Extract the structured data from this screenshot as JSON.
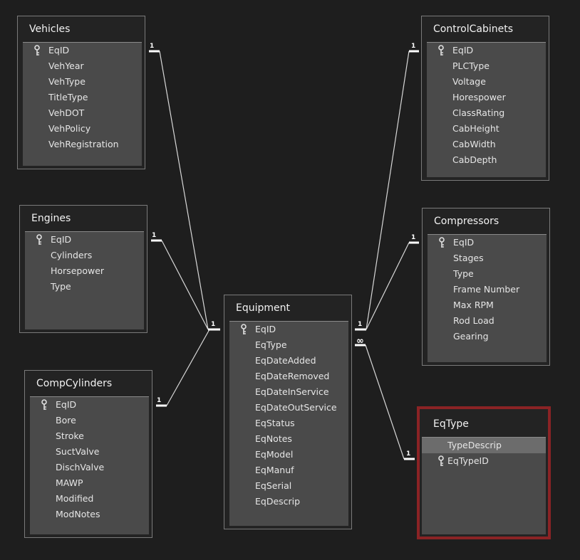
{
  "tables": [
    {
      "id": "vehicles",
      "title": "Vehicles",
      "fields": [
        {
          "name": "EqID",
          "key": true
        },
        {
          "name": "VehYear"
        },
        {
          "name": "VehType"
        },
        {
          "name": "TitleType"
        },
        {
          "name": "VehDOT"
        },
        {
          "name": "VehPolicy"
        },
        {
          "name": "VehRegistration"
        }
      ]
    },
    {
      "id": "engines",
      "title": "Engines",
      "fields": [
        {
          "name": "EqID",
          "key": true
        },
        {
          "name": "Cylinders"
        },
        {
          "name": "Horsepower"
        },
        {
          "name": "Type"
        }
      ]
    },
    {
      "id": "compcylinders",
      "title": "CompCylinders",
      "fields": [
        {
          "name": "EqID",
          "key": true
        },
        {
          "name": "Bore"
        },
        {
          "name": "Stroke"
        },
        {
          "name": "SuctValve"
        },
        {
          "name": "DischValve"
        },
        {
          "name": "MAWP"
        },
        {
          "name": "Modified"
        },
        {
          "name": "ModNotes"
        }
      ]
    },
    {
      "id": "equipment",
      "title": "Equipment",
      "fields": [
        {
          "name": "EqID",
          "key": true
        },
        {
          "name": "EqType"
        },
        {
          "name": "EqDateAdded"
        },
        {
          "name": "EqDateRemoved"
        },
        {
          "name": "EqDateInService"
        },
        {
          "name": "EqDateOutService"
        },
        {
          "name": "EqStatus"
        },
        {
          "name": "EqNotes"
        },
        {
          "name": "EqModel"
        },
        {
          "name": "EqManuf"
        },
        {
          "name": "EqSerial"
        },
        {
          "name": "EqDescrip"
        }
      ]
    },
    {
      "id": "controlcabinets",
      "title": "ControlCabinets",
      "fields": [
        {
          "name": "EqID",
          "key": true
        },
        {
          "name": "PLCType"
        },
        {
          "name": "Voltage"
        },
        {
          "name": "Horespower"
        },
        {
          "name": "ClassRating"
        },
        {
          "name": "CabHeight"
        },
        {
          "name": "CabWidth"
        },
        {
          "name": "CabDepth"
        }
      ]
    },
    {
      "id": "compressors",
      "title": "Compressors",
      "fields": [
        {
          "name": "EqID",
          "key": true
        },
        {
          "name": "Stages"
        },
        {
          "name": "Type"
        },
        {
          "name": "Frame Number"
        },
        {
          "name": "Max RPM"
        },
        {
          "name": "Rod Load"
        },
        {
          "name": "Gearing"
        }
      ]
    },
    {
      "id": "eqtype",
      "title": "EqType",
      "selected": true,
      "fields": [
        {
          "name": "TypeDescrip",
          "highlight": true
        },
        {
          "name": "EqTypeID",
          "key": true
        }
      ]
    }
  ],
  "relationships": [
    {
      "from": "vehicles",
      "to": "equipment",
      "from_label": "1",
      "to_label": "1"
    },
    {
      "from": "engines",
      "to": "equipment",
      "from_label": "1",
      "to_label": "1"
    },
    {
      "from": "compcylinders",
      "to": "equipment",
      "from_label": "1",
      "to_label": "1"
    },
    {
      "from": "controlcabinets",
      "to": "equipment",
      "from_label": "1",
      "to_label": "1"
    },
    {
      "from": "compressors",
      "to": "equipment",
      "from_label": "1",
      "to_label": "1"
    },
    {
      "from": "eqtype",
      "to": "equipment",
      "from_label": "1",
      "to_label": "∞"
    }
  ],
  "colors": {
    "background": "#1e1e1e",
    "table_body": "#4a4a4a",
    "selected_border": "#8b2325",
    "line": "#d8d8d8"
  }
}
